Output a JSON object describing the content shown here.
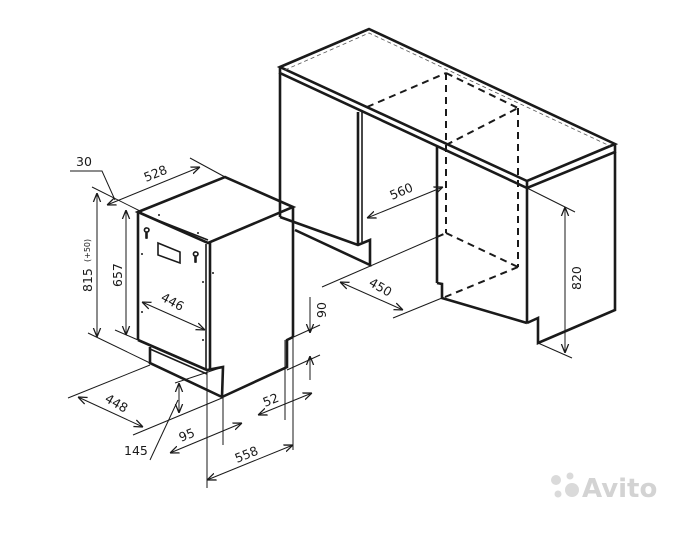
{
  "diagram": {
    "dimensions": {
      "top_offset": "30",
      "depth_top": "528",
      "total_height": "815",
      "height_adjust": "(+50)",
      "door_height": "657",
      "door_width": "446",
      "width": "448",
      "plinth_height": "145",
      "plinth_depth": "95",
      "depth_bottom": "558",
      "rear_offset": "52",
      "rear_height": "90",
      "niche_width": "560",
      "niche_width_min": "450",
      "niche_height": "820"
    }
  },
  "watermark": {
    "text": "Avito",
    "colors": [
      "#cfcfcf"
    ]
  }
}
